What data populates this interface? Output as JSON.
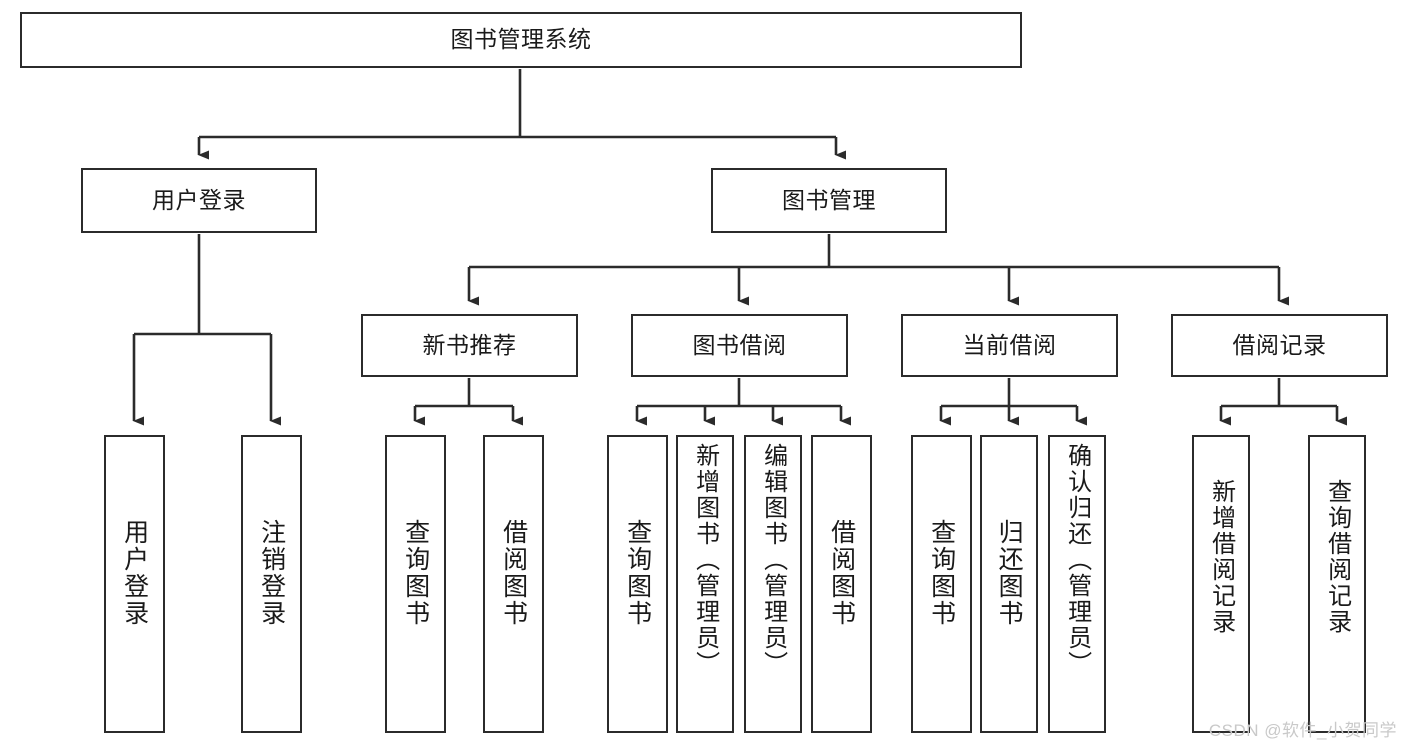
{
  "diagram": {
    "title": "图书管理系统",
    "watermark": "CSDN @软件_小贺同学",
    "accent_color": "#2b2b2b",
    "background_color": "#ffffff",
    "nodes": {
      "root": {
        "label": "图书管理系统"
      },
      "level2": [
        {
          "id": "user-login",
          "label": "用户登录"
        },
        {
          "id": "book-manage",
          "label": "图书管理"
        }
      ],
      "level3": [
        {
          "id": "new-book-rec",
          "label": "新书推荐"
        },
        {
          "id": "book-borrow",
          "label": "图书借阅"
        },
        {
          "id": "current-borrow",
          "label": "当前借阅"
        },
        {
          "id": "borrow-record",
          "label": "借阅记录"
        }
      ],
      "leaves": [
        {
          "id": "leaf-user-login",
          "label": "用户登录",
          "parent": "user-login"
        },
        {
          "id": "leaf-logout-login",
          "label": "注销登录",
          "parent": "user-login"
        },
        {
          "id": "leaf-query-book-1",
          "label": "查询图书",
          "parent": "new-book-rec"
        },
        {
          "id": "leaf-borrow-book-1",
          "label": "借阅图书",
          "parent": "new-book-rec"
        },
        {
          "id": "leaf-query-book-2",
          "label": "查询图书",
          "parent": "book-borrow"
        },
        {
          "id": "leaf-add-book",
          "label": "新增图书（管理员）",
          "parent": "book-borrow"
        },
        {
          "id": "leaf-edit-book",
          "label": "编辑图书（管理员）",
          "parent": "book-borrow"
        },
        {
          "id": "leaf-borrow-book-2",
          "label": "借阅图书",
          "parent": "book-borrow"
        },
        {
          "id": "leaf-query-book-3",
          "label": "查询图书",
          "parent": "current-borrow"
        },
        {
          "id": "leaf-return-book",
          "label": "归还图书",
          "parent": "current-borrow"
        },
        {
          "id": "leaf-confirm-return",
          "label": "确认归还（管理员）",
          "parent": "current-borrow"
        },
        {
          "id": "leaf-add-record",
          "label": "新增借阅记录",
          "parent": "borrow-record"
        },
        {
          "id": "leaf-query-record",
          "label": "查询借阅记录",
          "parent": "borrow-record"
        }
      ]
    }
  }
}
